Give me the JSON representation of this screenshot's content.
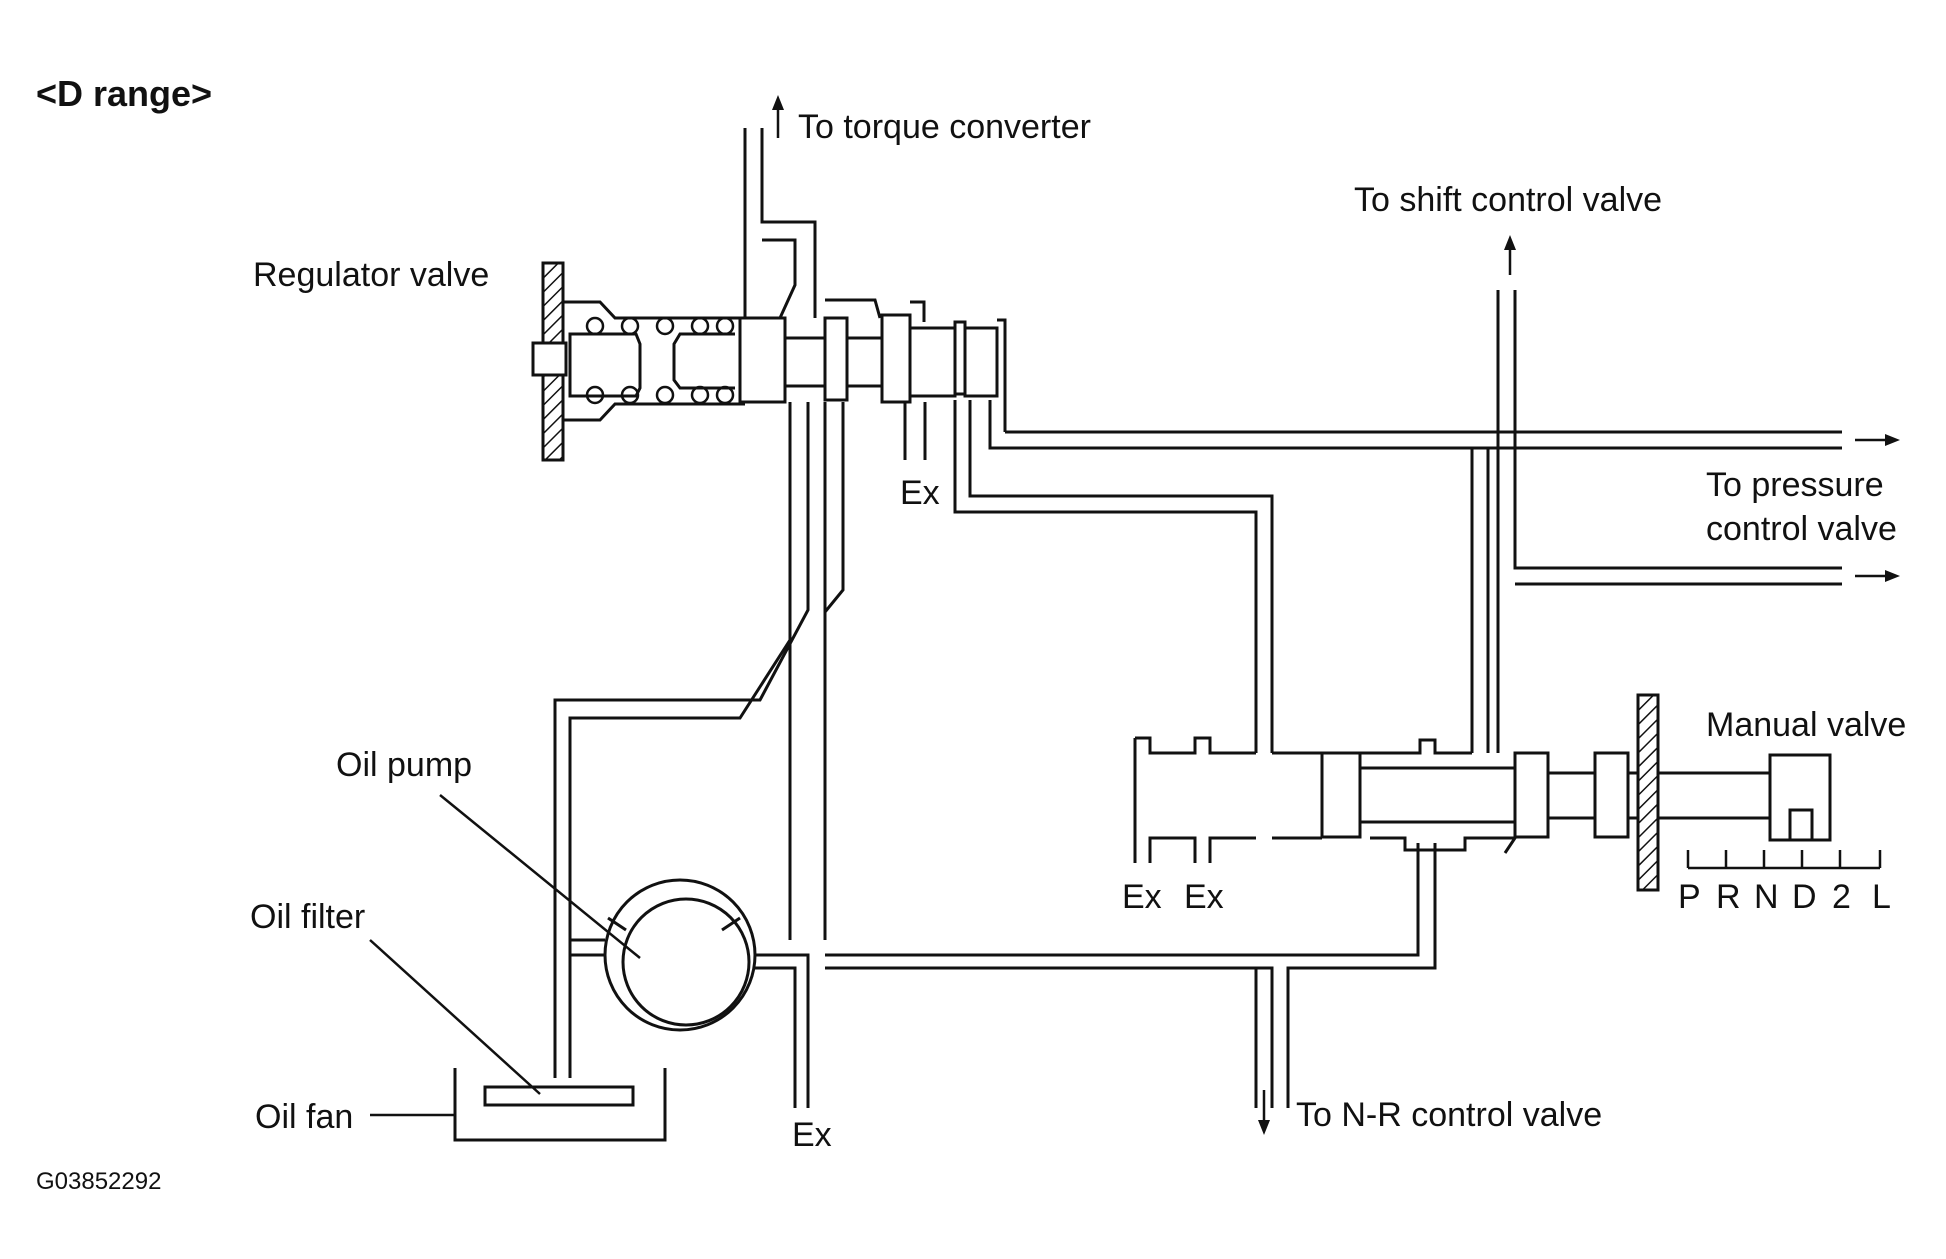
{
  "title": "<D range>",
  "figure_code": "G03852292",
  "labels": {
    "torque_converter": "To torque converter",
    "shift_control_valve": "To shift control valve",
    "regulator_valve": "Regulator valve",
    "pressure_control_valve_line1": "To pressure",
    "pressure_control_valve_line2": "control valve",
    "manual_valve": "Manual valve",
    "oil_pump": "Oil pump",
    "oil_filter": "Oil filter",
    "oil_fan": "Oil fan",
    "nr_control_valve": "To N-R control valve",
    "ex_regulator": "Ex",
    "ex_manual_left": "Ex",
    "ex_manual_right": "Ex",
    "ex_bottom": "Ex"
  },
  "manual_valve_positions": [
    "P",
    "R",
    "N",
    "D",
    "2",
    "L"
  ]
}
